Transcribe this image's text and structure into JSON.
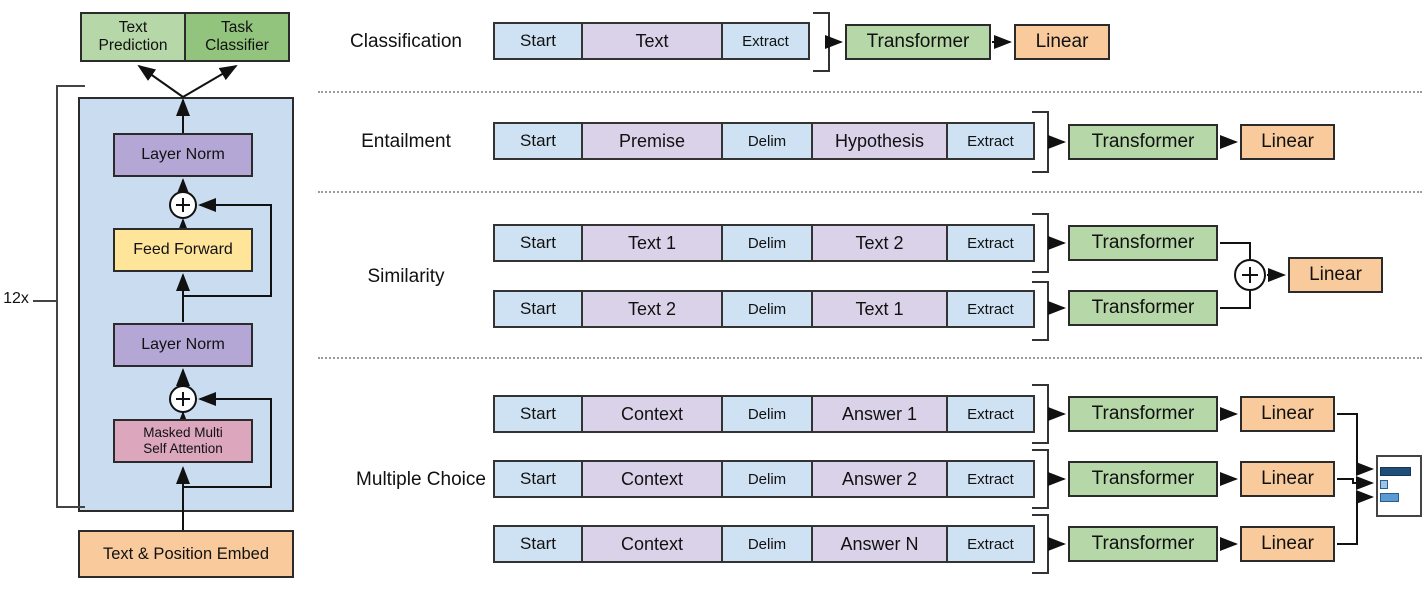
{
  "figure": {
    "left": {
      "text_prediction": "Text\nPrediction",
      "task_classifier": "Task\nClassifier",
      "repeat_label": "12x",
      "layer_norm_top": "Layer Norm",
      "feed_forward": "Feed Forward",
      "layer_norm_bottom": "Layer Norm",
      "masked_attention": "Masked Multi\nSelf Attention",
      "embed": "Text & Position Embed"
    },
    "right": {
      "transformer": "Transformer",
      "linear": "Linear",
      "tasks": [
        {
          "label": "Classification",
          "rows": [
            [
              "Start",
              "Text",
              "Extract"
            ]
          ]
        },
        {
          "label": "Entailment",
          "rows": [
            [
              "Start",
              "Premise",
              "Delim",
              "Hypothesis",
              "Extract"
            ]
          ]
        },
        {
          "label": "Similarity",
          "rows": [
            [
              "Start",
              "Text 1",
              "Delim",
              "Text 2",
              "Extract"
            ],
            [
              "Start",
              "Text 2",
              "Delim",
              "Text 1",
              "Extract"
            ]
          ]
        },
        {
          "label": "Multiple Choice",
          "rows": [
            [
              "Start",
              "Context",
              "Delim",
              "Answer 1",
              "Extract"
            ],
            [
              "Start",
              "Context",
              "Delim",
              "Answer 2",
              "Extract"
            ],
            [
              "Start",
              "Context",
              "Delim",
              "Answer N",
              "Extract"
            ]
          ]
        }
      ]
    },
    "colors": {
      "token_blue": "#cfe2f3",
      "token_purple": "#d9d2e9",
      "container_blue": "#c9dcf0",
      "green_light": "#b6d7a8",
      "green_dark": "#93c47d",
      "layer_norm_purple": "#b4a7d6",
      "feed_forward_yellow": "#ffe599",
      "attention_pink": "#dca7bc",
      "orange": "#f9cb9c",
      "result_bar_dark": "#1f4e79",
      "result_bar_light": "#9dc3e6",
      "result_bar_mid": "#5b9bd5"
    }
  }
}
